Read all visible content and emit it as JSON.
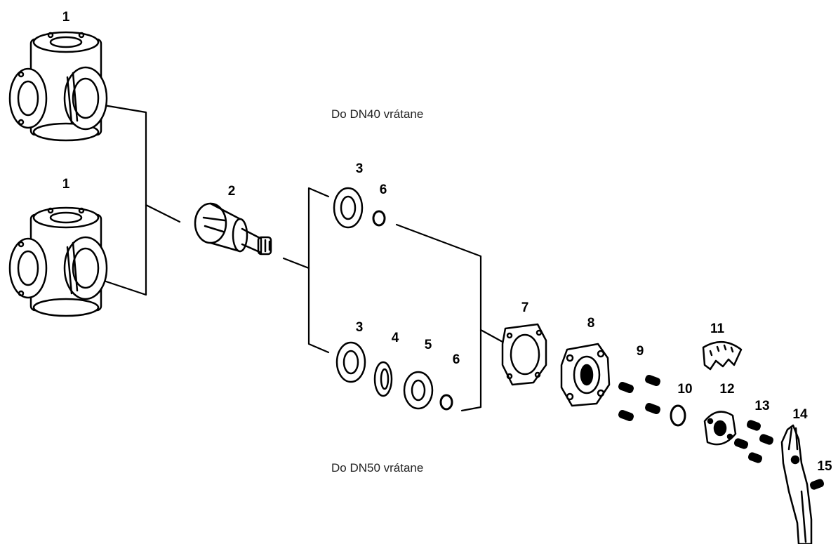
{
  "captions": {
    "upper": "Do DN40 vrátane",
    "lower": "Do DN50 vrátane"
  },
  "callouts": {
    "body_upper": "1",
    "body_lower": "1",
    "plug": "2",
    "ring_upper": "3",
    "oring_upper": "6",
    "ring_lower": "3",
    "spring_washer": "4",
    "washer": "5",
    "oring_lower": "6",
    "gasket": "7",
    "cover_flange": "8",
    "screws_cover": "9",
    "oring_small": "10",
    "scale_plate": "11",
    "hub": "12",
    "screws_hub": "13",
    "handle": "14",
    "screw_handle": "15"
  }
}
